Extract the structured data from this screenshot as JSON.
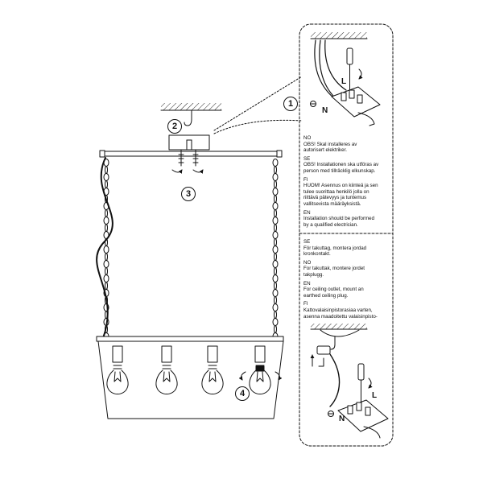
{
  "steps": {
    "s1": "1",
    "s2": "2",
    "s3": "3",
    "s4": "4"
  },
  "terminals": {
    "L": "L",
    "N": "N"
  },
  "notice_block": [
    {
      "label": "NO",
      "lines": [
        "OBS! Skal installeres av",
        "autorisert elektriker."
      ]
    },
    {
      "label": "SE",
      "lines": [
        "OBS! Installationen ska utföras av",
        "person med tillräcklig elkunskap."
      ]
    },
    {
      "label": "FI",
      "lines": [
        "HUOM! Asennus on kiinteä ja sen",
        "tulee suorittaa henkilö jolla on",
        "riittävä pätevyys ja tuntemus",
        "vallitsevista määräyksistä."
      ]
    },
    {
      "label": "EN",
      "lines": [
        "Installation should be performed",
        "by a qualified electrician."
      ]
    }
  ],
  "plug_block": [
    {
      "label": "SE",
      "lines": [
        "För takuttag, montera jordad",
        "kronkontakt."
      ]
    },
    {
      "label": "NO",
      "lines": [
        "For takuttak, montere jordet",
        "takplugg."
      ]
    },
    {
      "label": "EN",
      "lines": [
        "For ceiling outlet, mount an",
        "earthed ceiling plug."
      ]
    },
    {
      "label": "FI",
      "lines": [
        "Kattovalaisinpistorasiaa  varten,",
        "asenna maadoitettu valaisinpisto-"
      ]
    }
  ],
  "icons": [
    "ceiling-hook-icon",
    "screwdriver-icon",
    "rotate-arrow-icon",
    "light-bulb-icon",
    "earth-symbol-icon",
    "terminal-block-icon"
  ]
}
